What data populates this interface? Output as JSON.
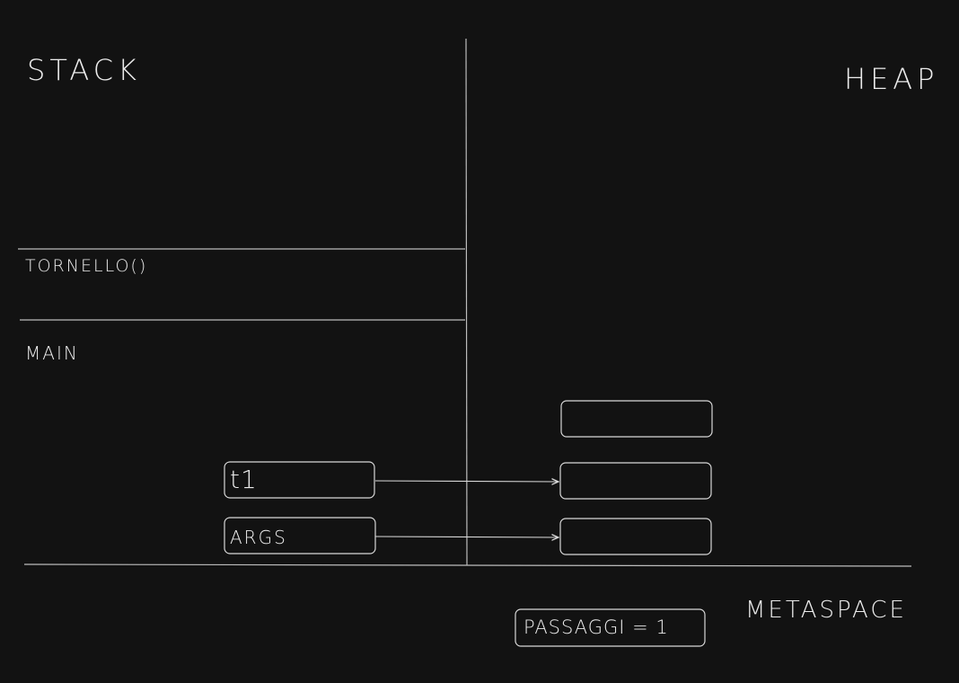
{
  "regions": {
    "stack_label": "STACK",
    "heap_label": "HEAP",
    "metaspace_label": "METASPACE"
  },
  "frames": {
    "tornello_label": "TORNELLO()",
    "main_label": "MAIN"
  },
  "stack_vars": {
    "t1_label": "t1",
    "args_label": "ARGS"
  },
  "metaspace": {
    "static_var": "PASSAGGI = 1"
  },
  "colors": {
    "background": "#121212",
    "stroke": "#d8d8d8",
    "text": "#ececec"
  }
}
